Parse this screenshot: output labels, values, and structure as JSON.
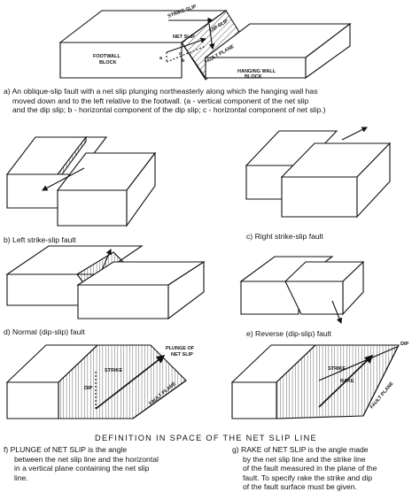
{
  "panel_a": {
    "labels": {
      "strike_slip": "STRIKE SLIP",
      "net_slip": "NET SLIP",
      "dip_slip": "DIP SLIP",
      "fault_plane": "FAULT PLANE",
      "footwall_1": "FOOTWALL",
      "footwall_2": "BLOCK",
      "hangingwall_1": "HANGING WALL",
      "hangingwall_2": "BLOCK",
      "a": "a",
      "b": "b",
      "c": "c"
    },
    "caption_letter": "a)",
    "caption_lines": [
      "An oblique-slip fault with a net slip plunging northeasterly along which the hanging wall has",
      "moved down and to the left relative to the footwall.      (a - vertical component of the net slip",
      "and the dip slip;   b - horizontal component of the dip slip;  c - horizontal component of net slip.)"
    ]
  },
  "panel_b": {
    "letter": "b)",
    "caption": "Left strike-slip fault"
  },
  "panel_c": {
    "letter": "c)",
    "caption": "Right strike-slip fault"
  },
  "panel_d": {
    "letter": "d)",
    "caption": "Normal (dip-slip) fault"
  },
  "panel_e": {
    "letter": "e)",
    "caption": "Reverse (dip-slip) fault"
  },
  "panel_f": {
    "labels": {
      "strike": "STRIKE",
      "dip": "DIP",
      "fault_plane": "FAULT PLANE",
      "plunge_1": "PLUNGE OF",
      "plunge_2": "NET SLIP"
    }
  },
  "panel_g": {
    "labels": {
      "strike": "STRIKE",
      "rake": "RAKE",
      "dip": "DIP",
      "fault_plane": "FAULT PLANE"
    }
  },
  "section_title": "DEFINITION  IN  SPACE  OF  THE  NET SLIP LINE",
  "caption_f": {
    "letter": "f)",
    "term": "PLUNGE of NET SLIP",
    "lines": [
      "is the angle",
      "between the net slip line and the horizontal",
      "in a vertical plane containing the net slip",
      "line."
    ]
  },
  "caption_g": {
    "letter": "g)",
    "term": "RAKE of NET SLIP",
    "lines": [
      "is the angle made",
      "by the net slip line and the strike line",
      "of the fault measured in the plane of the",
      "fault.  To specify rake the strike and dip",
      "of the fault surface must be given."
    ]
  }
}
